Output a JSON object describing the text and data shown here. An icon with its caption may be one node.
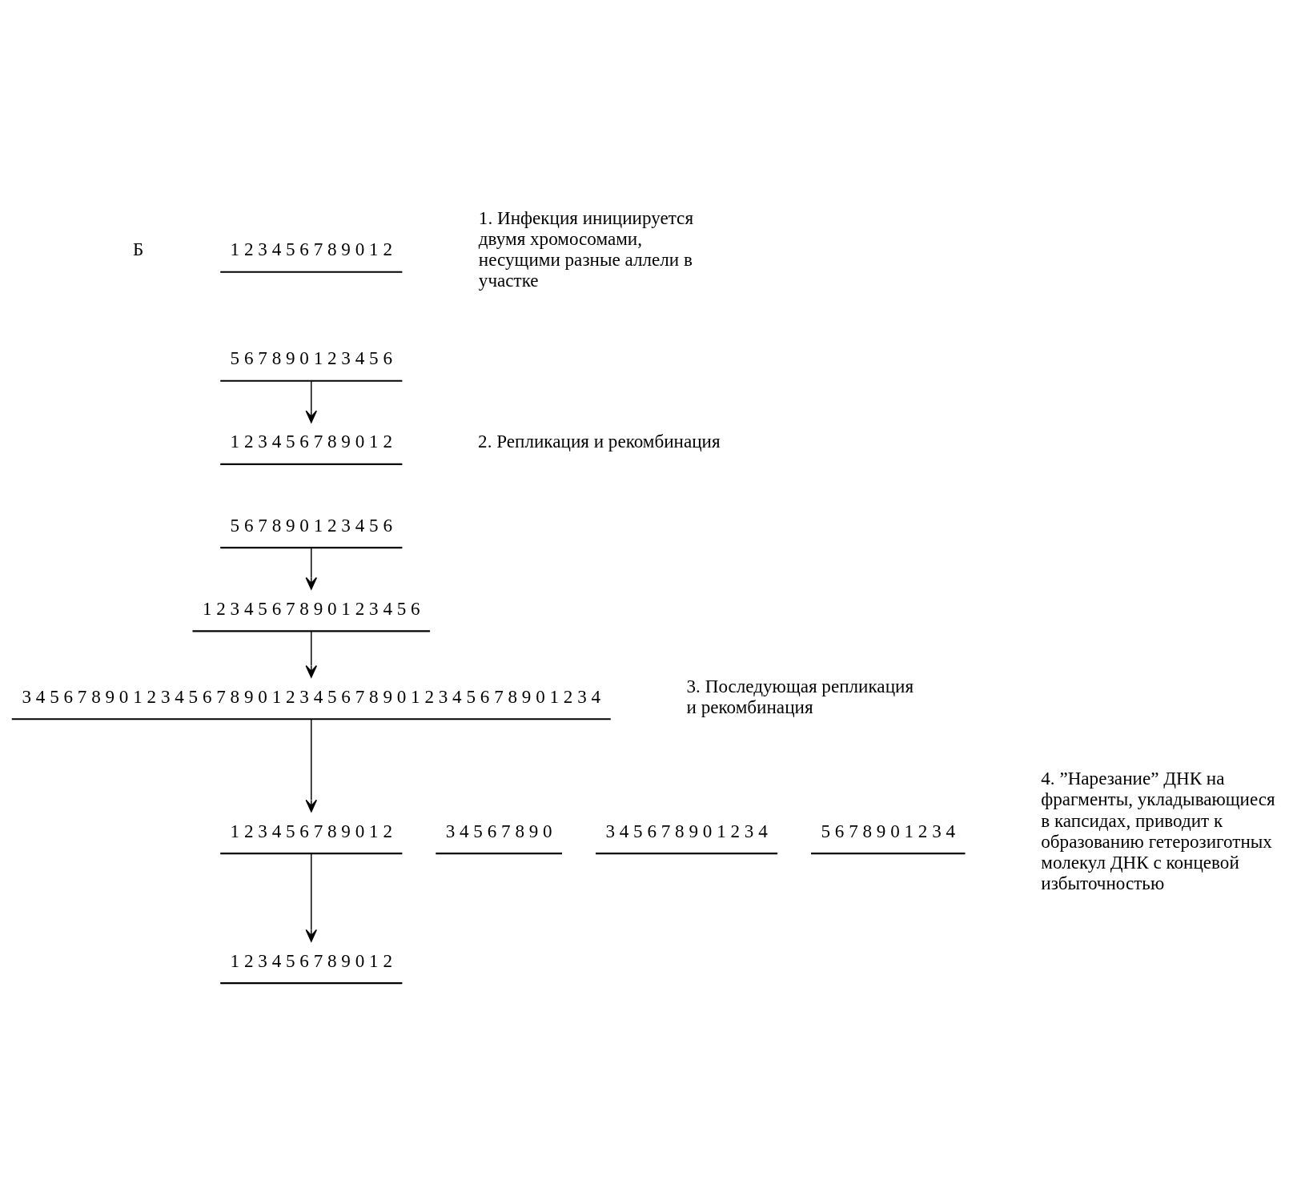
{
  "diagram": {
    "nodes": [
      {
        "text": [
          "1 2 3 4 5 6 7 8 9 0 1 2"
        ]
      },
      {
        "text": [
          "5 6 7 8 9 0 1 2 3 4 5 6"
        ]
      },
      {
        "text": [
          "1 2 3 4 5 6 7 8 9 0 1 2"
        ]
      },
      {
        "text": [
          "5 6 7 8 9 0 1 2 3 4 5 6"
        ]
      },
      {
        "text": [
          "1 2 3 4 5 6 7 8 9 0 1 2 3 4 5 6"
        ]
      },
      {
        "text": [
          "3 4 5 6 7 8 9 0 1 2 3 4 5 6 7 8 9 0 1 2 3 4 5 6 7 8 9 0 1 2 3 4 5 6 7 8 9 0 1 2 3 4"
        ]
      },
      {
        "text": [
          "3 4 5 6 7 8 9 0"
        ]
      },
      {
        "text": [
          "1 2 3 4 5 6 7 8 9 0 1 2"
        ]
      },
      {
        "text": [
          "3 4 5 6 7 8 9 0 1 2 3 4"
        ]
      },
      {
        "text": [
          "5 6 7 8 9 0 1 2 3 4"
        ]
      },
      {
        "text": [
          "1 2 3 4 5 6 7 8 9 0 1 2"
        ]
      }
    ],
    "edges": [
      {
        "from": 1,
        "to": 2,
        "arrow": "to"
      },
      {
        "from": 3,
        "to": 4,
        "arrow": "to"
      },
      {
        "from": 4,
        "to": 5,
        "arrow": "to"
      },
      {
        "from": 5,
        "to": 7,
        "arrow": "to"
      },
      {
        "from": 7,
        "to": 10,
        "arrow": "to"
      }
    ],
    "labels": [
      "Б",
      "1. Инфекция инициируется двумя хромосомами, несущими разные аллели в участке",
      "2. Репликация и рекомбинация",
      "3. Последующая репликация и рекомбинация",
      "4. ”Нарезание” ДНК на фрагменты, укладывающиеся в капсидах, приводит к образованию гетерозиготных молекул ДНК с концевой избыточностью"
    ]
  }
}
